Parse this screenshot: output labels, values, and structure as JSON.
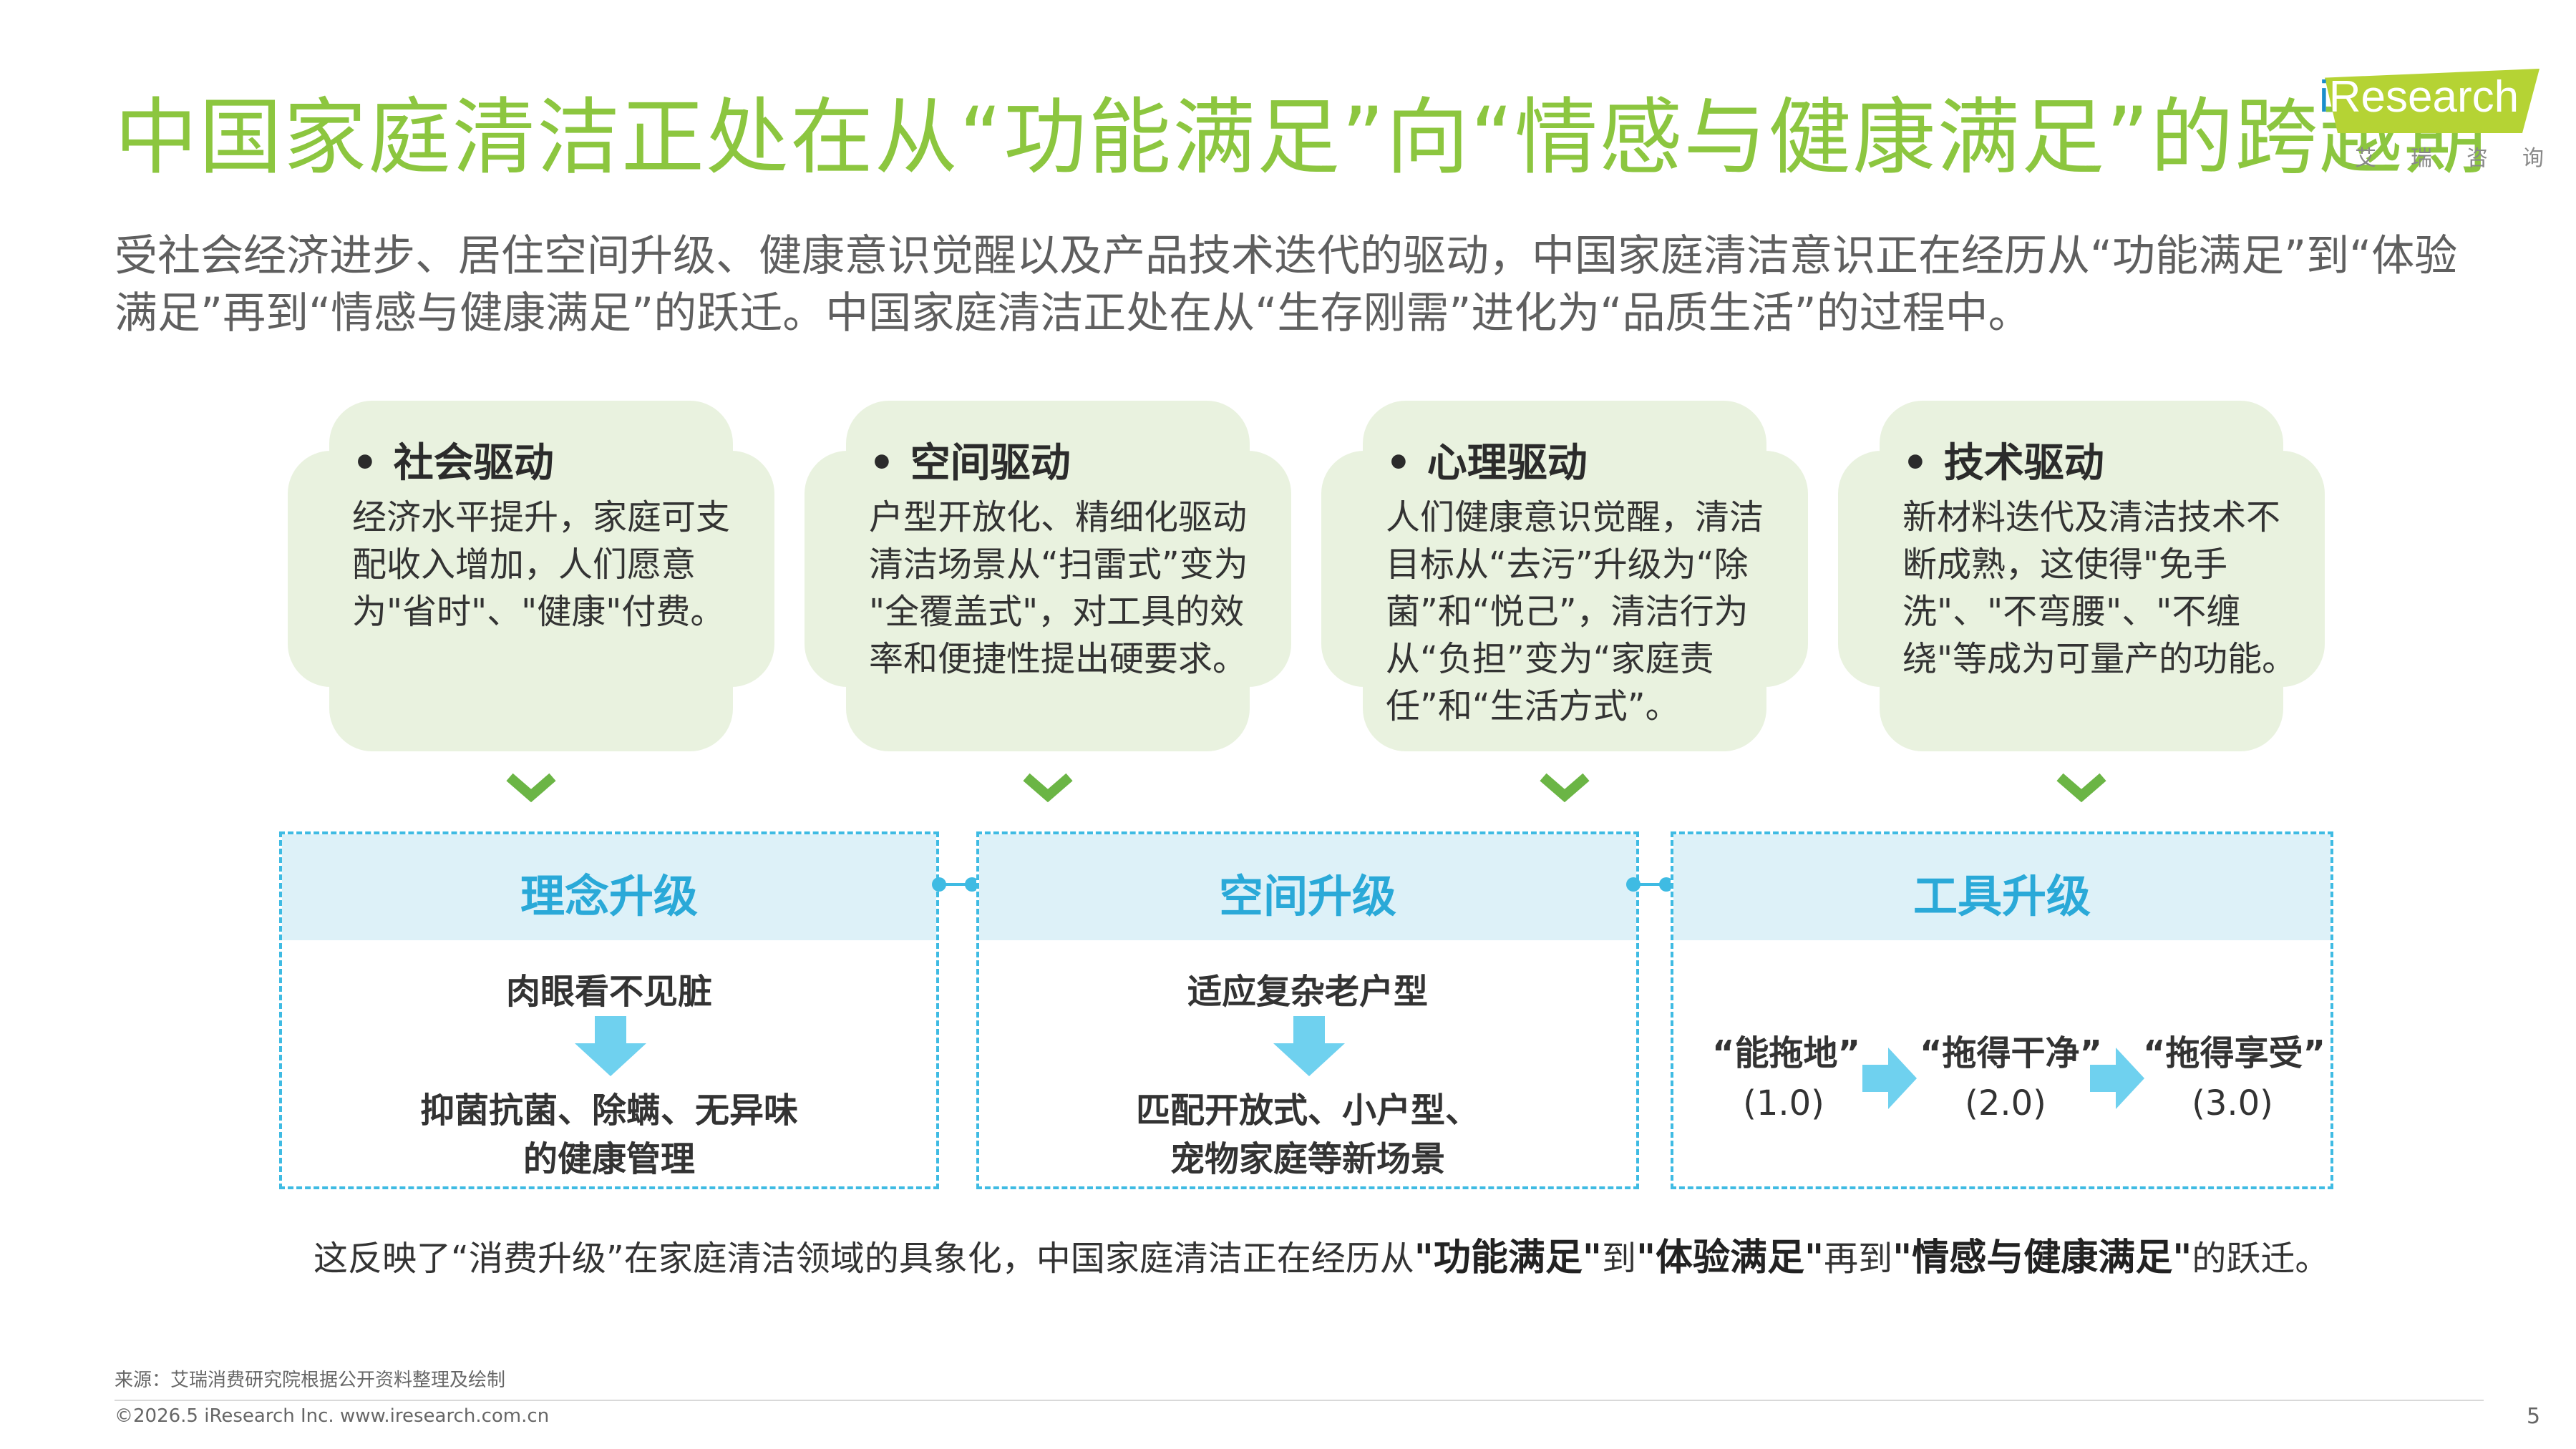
{
  "header": {
    "title": "中国家庭清洁正处在从“功能满足”向“情感与健康满足”的跨越期",
    "logo_brand_dot": "i",
    "logo_brand_rest": "Research",
    "logo_sub": "艾瑞咨询"
  },
  "subtitle": "受社会经济进步、居住空间升级、健康意识觉醒以及产品技术迭代的驱动，中国家庭清洁意识正在经历从“功能满足”到“体验满足”再到“情感与健康满足”的跃迁。中国家庭清洁正处在从“生存刚需”进化为“品质生活”的过程中。",
  "drivers": [
    {
      "title": "社会驱动",
      "body": "经济水平提升，家庭可支配收入增加，人们愿意为\"省时\"、\"健康\"付费。"
    },
    {
      "title": "空间驱动",
      "body": "户型开放化、精细化驱动清洁场景从“扫雷式”变为 \"全覆盖式\"，对工具的效率和便捷性提出硬要求。"
    },
    {
      "title": "心理驱动",
      "body": "人们健康意识觉醒，清洁目标从“去污”升级为“除菌”和“悦己”，清洁行为从“负担”变为“家庭责任”和“生活方式”。"
    },
    {
      "title": "技术驱动",
      "body": "新材料迭代及清洁技术不断成熟，这使得\"免手洗\"、\"不弯腰\"、\"不缠绕\"等成为可量产的功能。"
    }
  ],
  "bullet": "•",
  "upgrades": [
    {
      "title": "理念升级",
      "from": "肉眼看不见脏",
      "to_line1": "抑菌抗菌、除螨、无异味",
      "to_line2": "的健康管理"
    },
    {
      "title": "空间升级",
      "from": "适应复杂老户型",
      "to_line1": "匹配开放式、小户型、",
      "to_line2": "宠物家庭等新场景"
    },
    {
      "title": "工具升级",
      "steps": [
        {
          "label": "“能拖地”",
          "version": "(1.0)"
        },
        {
          "label": "“拖得干净”",
          "version": "(2.0)"
        },
        {
          "label": "“拖得享受”",
          "version": "(3.0)"
        }
      ]
    }
  ],
  "conclusion": {
    "part1": "这反映了“消费升级”在家庭清洁领域的具象化，中国家庭清洁正在经历从",
    "bold1": "\"功能满足\"",
    "part2": "到",
    "bold2": "\"体验满足\"",
    "part3": "再到",
    "bold3": "\"情感与健康满足\"",
    "part4": "的跃迁。"
  },
  "footer": {
    "source": "来源：艾瑞消费研究院根据公开资料整理及绘制",
    "copyright": "©2026.5 iResearch Inc.  www.iresearch.com.cn",
    "page_number": "5"
  },
  "colors": {
    "title_green": "#8cc63f",
    "card_bg": "#e9f2df",
    "chevron_green": "#6bb545",
    "box_border": "#3fbbe3",
    "box_header_bg": "#ddf1f8",
    "box_header_text": "#2aa9d8",
    "arrow_blue": "#6fd1ef"
  }
}
